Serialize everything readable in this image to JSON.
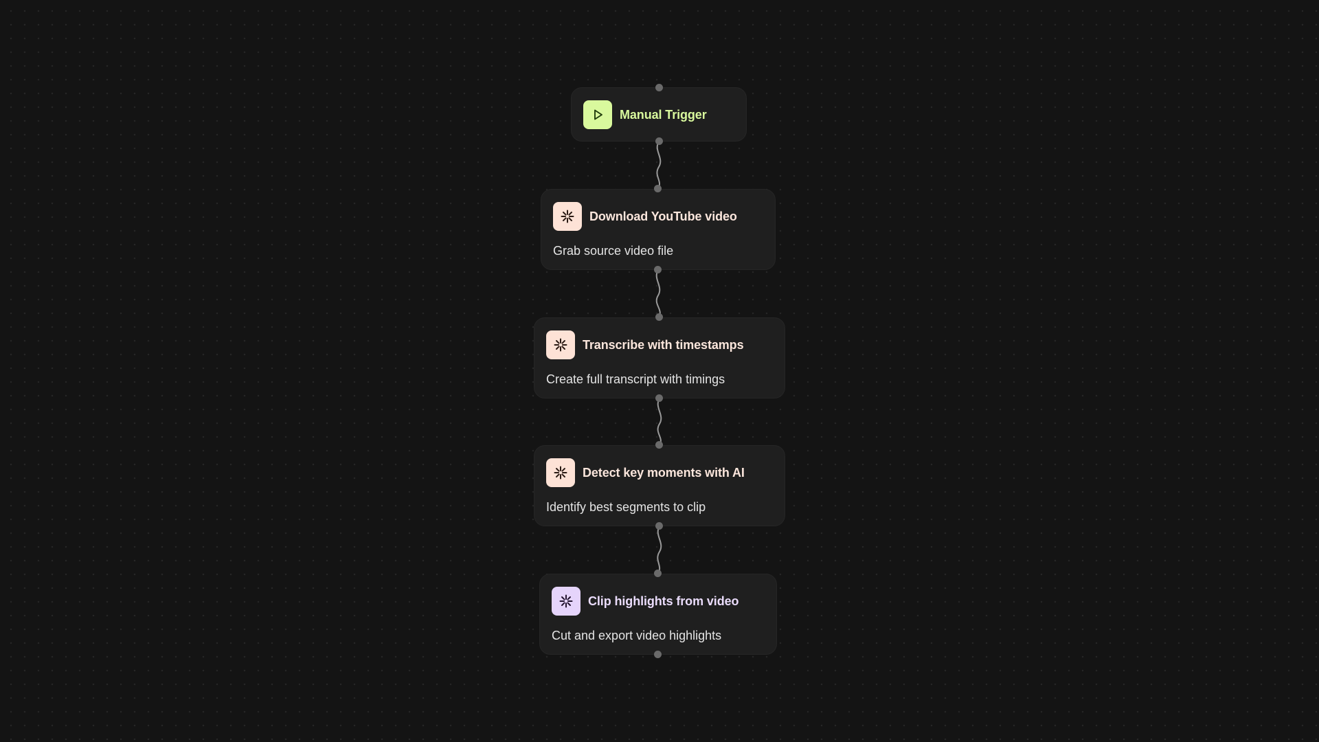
{
  "workflow": {
    "trigger": {
      "title": "Manual Trigger",
      "icon": "play-icon",
      "accent": "#d9f99d",
      "icon_color": "#1f3b0b",
      "title_color": "#d9f99d"
    },
    "steps": [
      {
        "title": "Download YouTube video",
        "description": "Grab source video file",
        "icon": "asterisk-icon",
        "accent": "#fde2d6",
        "title_color": "#fbe6dc"
      },
      {
        "title": "Transcribe with timestamps",
        "description": "Create full transcript with timings",
        "icon": "asterisk-icon",
        "accent": "#fde2d6",
        "title_color": "#fbe6dc"
      },
      {
        "title": "Detect key moments with AI",
        "description": "Identify best segments to clip",
        "icon": "asterisk-icon",
        "accent": "#fde2d6",
        "title_color": "#fbe6dc"
      },
      {
        "title": "Clip highlights from video",
        "description": "Cut and export video highlights",
        "icon": "asterisk-icon",
        "accent": "#e5d4fb",
        "title_color": "#eadcfb"
      }
    ]
  },
  "colors": {
    "background": "#141414",
    "node_background": "#1f1f1f",
    "handle": "#6a6a6a",
    "edge": "#9a9a9a"
  }
}
